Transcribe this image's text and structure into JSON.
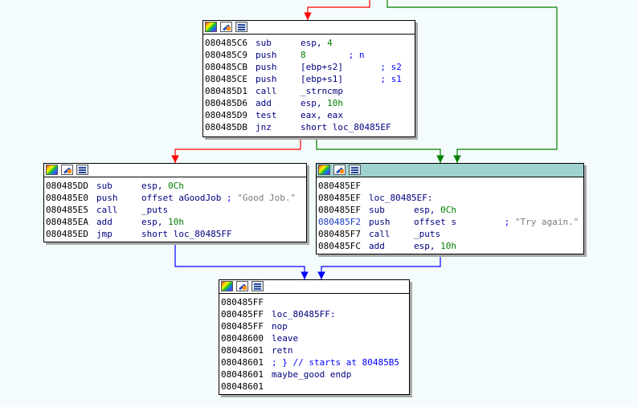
{
  "colors": {
    "background": "#f4fbfc",
    "edge_true": "#008000",
    "edge_false": "#ff0000",
    "edge_uncond": "#0000ff",
    "active_header": "#a0d2d0",
    "address": "#000000",
    "mnemonic": "#000080",
    "name": "#000080",
    "number": "#008000",
    "comment": "#0000ff",
    "string_comment": "#7a7a7a"
  },
  "header_icons": [
    "graph-color-icon",
    "edit-node-icon",
    "node-text-icon"
  ],
  "blocks": {
    "cmp": {
      "lines": [
        {
          "addr": "080485C6",
          "mnem": "sub",
          "op": "esp, ",
          "op2": "4",
          "cmt": ""
        },
        {
          "addr": "080485C9",
          "mnem": "push",
          "op": "",
          "op2": "8",
          "cmt": "        ; n"
        },
        {
          "addr": "080485CB",
          "mnem": "push",
          "op": "[ebp+s2]",
          "op2": "",
          "cmt": "       ; s2"
        },
        {
          "addr": "080485CE",
          "mnem": "push",
          "op": "[ebp+s1]",
          "op2": "",
          "cmt": "       ; s1"
        },
        {
          "addr": "080485D1",
          "mnem": "call",
          "op": "_strncmp",
          "op2": "",
          "cmt": ""
        },
        {
          "addr": "080485D6",
          "mnem": "add",
          "op": "esp, ",
          "op2": "10h",
          "cmt": ""
        },
        {
          "addr": "080485D9",
          "mnem": "test",
          "op": "eax, eax",
          "op2": "",
          "cmt": ""
        },
        {
          "addr": "080485DB",
          "mnem": "jnz",
          "op": "short loc_80485EF",
          "op2": "",
          "cmt": ""
        }
      ]
    },
    "good": {
      "lines": [
        {
          "addr": "080485DD",
          "mnem": "sub",
          "op": "esp, ",
          "op2": "0Ch",
          "cmt": "",
          "str": ""
        },
        {
          "addr": "080485E0",
          "mnem": "push",
          "op": "offset aGoodJob",
          "op2": "",
          "cmt": " ; ",
          "str": "\"Good Job.\""
        },
        {
          "addr": "080485E5",
          "mnem": "call",
          "op": "_puts",
          "op2": "",
          "cmt": "",
          "str": ""
        },
        {
          "addr": "080485EA",
          "mnem": "add",
          "op": "esp, ",
          "op2": "10h",
          "cmt": "",
          "str": ""
        },
        {
          "addr": "080485ED",
          "mnem": "jmp",
          "op": "short loc_80485FF",
          "op2": "",
          "cmt": "",
          "str": ""
        }
      ]
    },
    "bad": {
      "line0": {
        "addr": "080485EF"
      },
      "label": {
        "addr": "080485EF",
        "text": "loc_80485EF:"
      },
      "lines": [
        {
          "addr": "080485EF",
          "mnem": "sub",
          "op": "esp, ",
          "op2": "0Ch",
          "cmt": "",
          "str": "",
          "sel": false
        },
        {
          "addr": "080485F2",
          "mnem": "push",
          "op": "offset s",
          "op2": "",
          "cmt": "         ; ",
          "str": "\"Try again.\"",
          "sel": true
        },
        {
          "addr": "080485F7",
          "mnem": "call",
          "op": "_puts",
          "op2": "",
          "cmt": "",
          "str": "",
          "sel": false
        },
        {
          "addr": "080485FC",
          "mnem": "add",
          "op": "esp, ",
          "op2": "10h",
          "cmt": "",
          "str": "",
          "sel": false
        }
      ]
    },
    "end": {
      "line0": {
        "addr": "080485FF"
      },
      "label": {
        "addr": "080485FF",
        "text": "loc_80485FF:"
      },
      "nop": {
        "addr": "080485FF",
        "text": "nop"
      },
      "leave": {
        "addr": "08048600",
        "text": "leave"
      },
      "retn": {
        "addr": "08048601",
        "text": "retn"
      },
      "comment": {
        "addr": "08048601",
        "text": "; } // starts at 80485B5"
      },
      "endp": {
        "addr": "08048601",
        "text": "maybe_good endp"
      },
      "last": {
        "addr": "08048601"
      }
    }
  }
}
